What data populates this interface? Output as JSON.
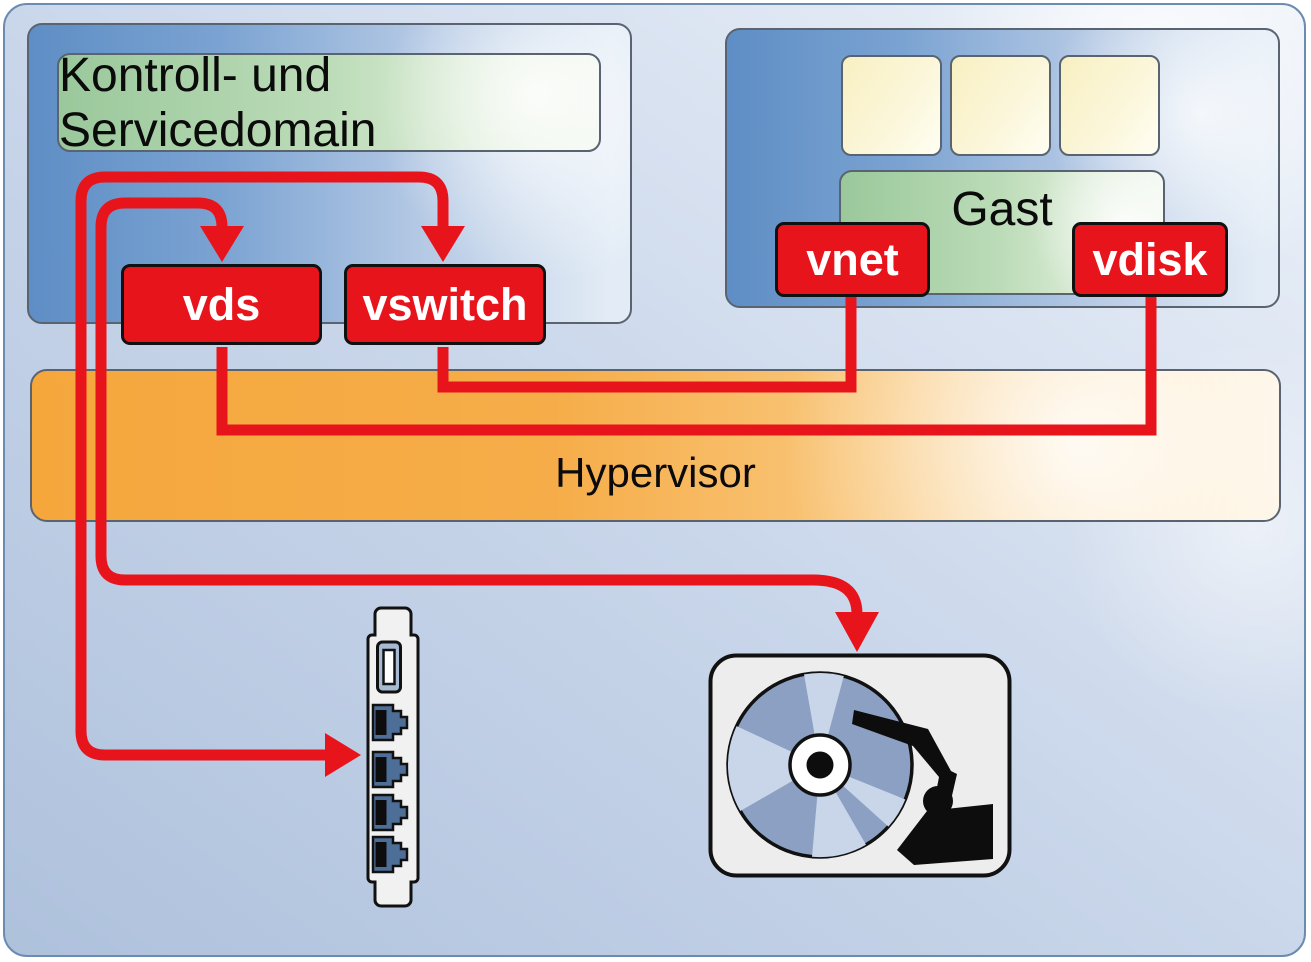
{
  "nodes": {
    "control_domain": "Kontroll- und Servicedomain",
    "guest": "Gast",
    "hypervisor": "Hypervisor",
    "vds": "vds",
    "vswitch": "vswitch",
    "vnet": "vnet",
    "vdisk": "vdisk"
  },
  "guest_vms": {
    "slot_count": 3
  },
  "icons": {
    "network_card": "pci-nic-bracket-icon",
    "hard_disk": "hard-disk-icon"
  },
  "connections": [
    {
      "from": "vswitch",
      "to": "vnet",
      "through": "hypervisor",
      "arrowheads": "none"
    },
    {
      "from": "vds",
      "to": "vdisk",
      "through": "hypervisor",
      "arrowheads": "none"
    },
    {
      "from": "network_card",
      "to": "vswitch",
      "arrowheads": "both"
    },
    {
      "from": "hard_disk",
      "to": "vds",
      "arrowheads": "both"
    }
  ],
  "colors": {
    "connector_red": "#e8141c",
    "domain_blue": "#5e8ec5",
    "label_green": "#9ac89b",
    "hypervisor_orange": "#f5a73c",
    "vm_slot_cream": "#f8f0c2",
    "canvas_blue": "#c9d6ea"
  }
}
